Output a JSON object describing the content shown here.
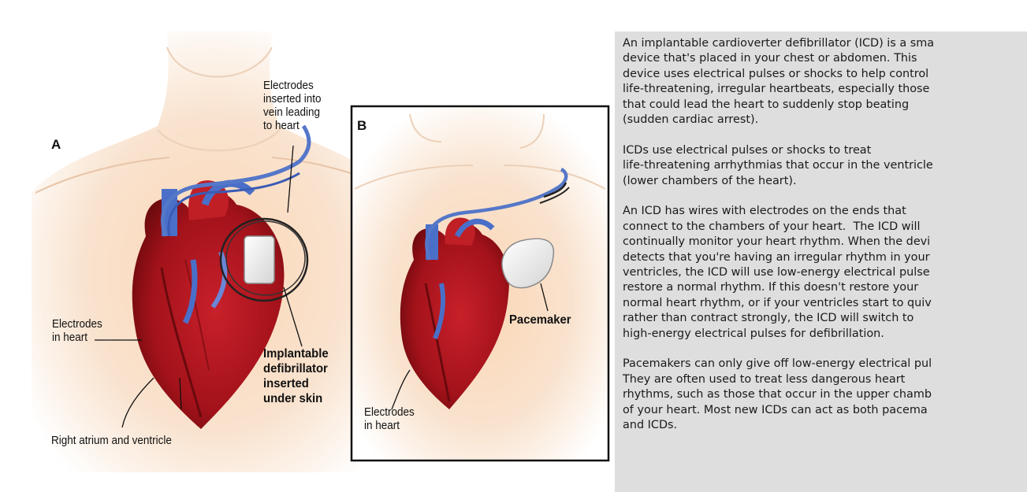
{
  "panel_a": {
    "letter": "A",
    "electrodes_vein_label": [
      "Electrodes",
      "inserted into",
      "vein leading",
      "to heart"
    ],
    "electrodes_heart_label": [
      "Electrodes",
      "in heart"
    ],
    "defibrillator_label": [
      "Implantable",
      "defibrillator",
      "inserted",
      "under skin"
    ],
    "atrium_label": "Right atrium and ventricle"
  },
  "panel_b": {
    "letter": "B",
    "pacemaker_label": "Pacemaker",
    "electrodes_heart_label": [
      "Electrodes",
      "in heart"
    ]
  },
  "colors": {
    "skin": "#f6dcc4",
    "heart_red": "#b5151a",
    "heart_dark": "#7a0c10",
    "vessel_blue": "#4a6fc8",
    "text_panel_bg": "#dedede"
  },
  "description_paragraphs": [
    [
      "An implantable cardioverter defibrillator (ICD) is a sma",
      "device that's placed in your chest or abdomen. This",
      "device uses electrical pulses or shocks to help control",
      "life-threatening, irregular heartbeats, especially those",
      "that could lead the heart to suddenly stop beating",
      "(sudden cardiac arrest)."
    ],
    [
      "ICDs use electrical pulses or shocks to treat",
      "life-threatening arrhythmias that occur in the ventricle",
      "(lower chambers of the heart)."
    ],
    [
      "An ICD has wires with electrodes on the ends that",
      "connect to the chambers of your heart.  The ICD will",
      "continually monitor your heart rhythm. When the devi",
      "detects that you're having an irregular rhythm in your",
      "ventricles, the ICD will use low-energy electrical pulse",
      "restore a normal rhythm. If this doesn't restore your",
      "normal heart rhythm, or if your ventricles start to quiv",
      "rather than contract strongly, the ICD will switch to",
      "high-energy electrical pulses for defibrillation."
    ],
    [
      "Pacemakers can only give off low-energy electrical pul",
      "They are often used to treat less dangerous heart",
      "rhythms, such as those that occur in the upper chamb",
      "of your heart. Most new ICDs can act as both pacema",
      "and ICDs."
    ]
  ]
}
